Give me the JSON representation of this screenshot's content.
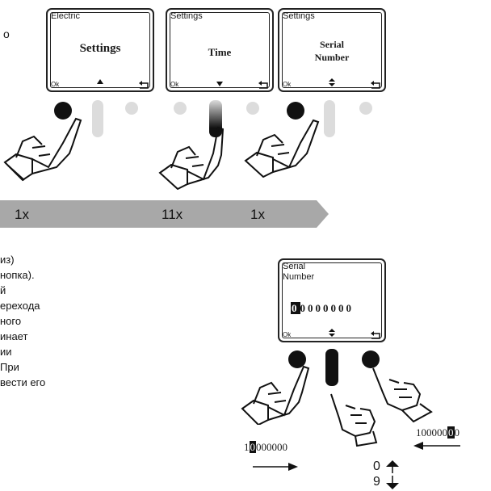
{
  "top_left_fragment": "о",
  "screens": [
    {
      "header": "Electric",
      "main": "Settings",
      "ok": "Ok",
      "nav": "up-arrow"
    },
    {
      "header": "Settings",
      "main": "Time",
      "ok": "Ok",
      "nav": "down-arrow"
    },
    {
      "header": "Settings",
      "main_line1": "Serial",
      "main_line2": "Number",
      "ok": "Ok",
      "nav": "up-down-arrow"
    }
  ],
  "steps": [
    "1x",
    "11x",
    "1x"
  ],
  "left_text_lines": [
    "из)",
    "нопка).",
    "й",
    "ерехода",
    "ного",
    "инает",
    "ии",
    "При",
    "вести его"
  ],
  "serial_screen": {
    "header_line1": "Serial",
    "header_line2": "Number",
    "first_digit": "0",
    "rest_digits": "0000000",
    "ok": "Ok"
  },
  "labels": {
    "left_serial_prefix": "1",
    "left_serial_highlight": "0",
    "left_serial_rest": "000000",
    "right_serial_prefix": "100000",
    "right_serial_highlight": "0",
    "right_serial_rest": "0",
    "digit_top": "0",
    "digit_bottom": "9"
  },
  "colors": {
    "arrow": "#a8a8a8",
    "pressed_button": "#111111",
    "idle_button": "#dcdcdc"
  }
}
